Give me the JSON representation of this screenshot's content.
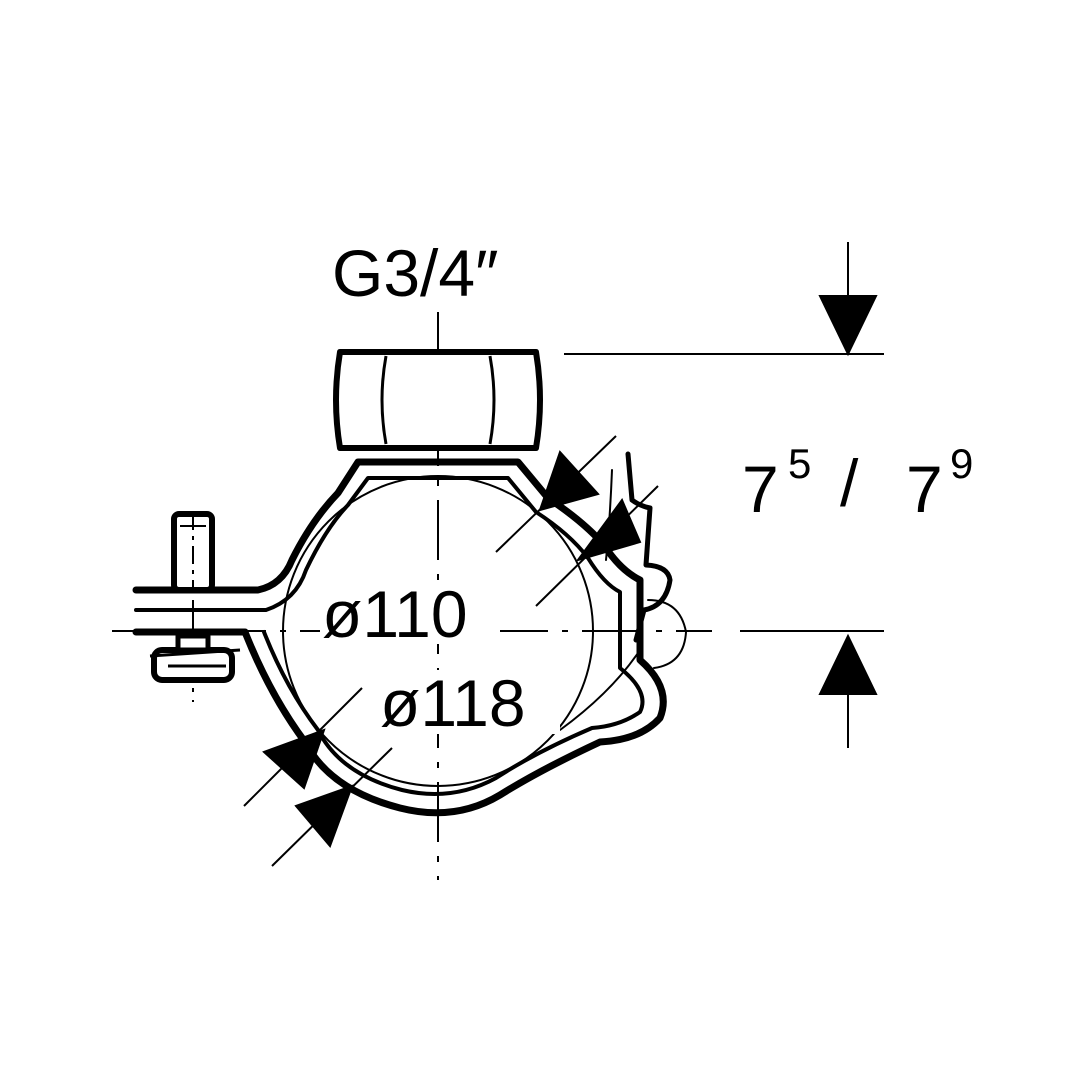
{
  "labels": {
    "thread": "G3/4″",
    "inner_diameter": "ø110",
    "outer_diameter": "ø118",
    "height_a_base": "7",
    "height_a_sup": "5",
    "separator": "/",
    "height_b_base": "7",
    "height_b_sup": "9"
  },
  "colors": {
    "ink": "#000000",
    "paper": "#ffffff"
  }
}
